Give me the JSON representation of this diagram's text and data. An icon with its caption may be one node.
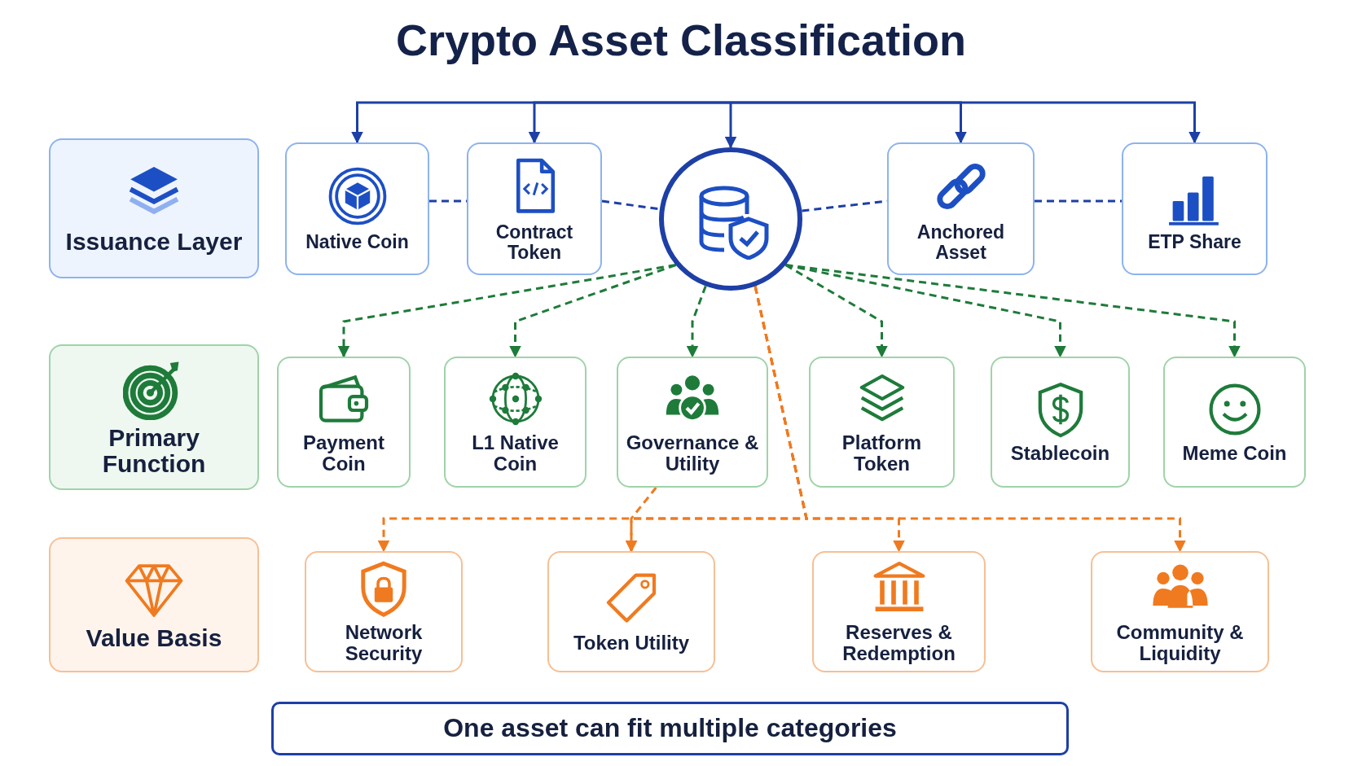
{
  "diagram": {
    "title": "Crypto Asset Classification",
    "nodes": [
      {
        "text": [
          "Issuance Layer"
        ]
      },
      {
        "text": [
          "Native Coin"
        ]
      },
      {
        "text": [
          "Contract Token"
        ]
      },
      {
        "text": [],
        "shape": "circle"
      },
      {
        "text": [
          "Anchored Asset"
        ]
      },
      {
        "text": [
          "ETP Share"
        ]
      },
      {
        "text": [
          "Primary Function"
        ]
      },
      {
        "text": [
          "Payment Coin"
        ]
      },
      {
        "text": [
          "L1 Native Coin"
        ]
      },
      {
        "text": [
          "Governance & Utility"
        ]
      },
      {
        "text": [
          "Platform Token"
        ]
      },
      {
        "text": [
          "Stablecoin"
        ]
      },
      {
        "text": [
          "Meme Coin"
        ]
      },
      {
        "text": [
          "Value Basis"
        ]
      },
      {
        "text": [
          "Network Security"
        ]
      },
      {
        "text": [
          "Token Utility"
        ]
      },
      {
        "text": [
          "Reserves & Redemption"
        ]
      },
      {
        "text": [
          "Community & Liquidity"
        ]
      },
      {
        "text": [
          "One asset can fit multiple categories"
        ]
      }
    ],
    "edges": [
      {
        "from": null,
        "to": 1,
        "arrow": "to"
      },
      {
        "from": null,
        "to": 2,
        "arrow": "to"
      },
      {
        "from": null,
        "to": 3,
        "arrow": "to"
      },
      {
        "from": null,
        "to": 4,
        "arrow": "to"
      },
      {
        "from": null,
        "to": 5,
        "arrow": "to"
      },
      {
        "from": 1,
        "to": 2,
        "arrow": "none",
        "style": "dashed"
      },
      {
        "from": 2,
        "to": 3,
        "arrow": "none",
        "style": "dashed"
      },
      {
        "from": 3,
        "to": 4,
        "arrow": "none",
        "style": "dashed"
      },
      {
        "from": 4,
        "to": 5,
        "arrow": "none",
        "style": "dashed"
      },
      {
        "from": 3,
        "to": 7,
        "arrow": "to",
        "style": "dashed",
        "color": "#1e7b3a"
      },
      {
        "from": 3,
        "to": 8,
        "arrow": "to",
        "style": "dashed",
        "color": "#1e7b3a"
      },
      {
        "from": 3,
        "to": 9,
        "arrow": "to",
        "style": "dashed",
        "color": "#1e7b3a"
      },
      {
        "from": 3,
        "to": 10,
        "arrow": "to",
        "style": "dashed",
        "color": "#1e7b3a"
      },
      {
        "from": 3,
        "to": 11,
        "arrow": "to",
        "style": "dashed",
        "color": "#1e7b3a"
      },
      {
        "from": 3,
        "to": 12,
        "arrow": "to",
        "style": "dashed",
        "color": "#1e7b3a"
      },
      {
        "from": 3,
        "to": 14,
        "arrow": "to",
        "style": "dashed",
        "color": "#f07a1f"
      },
      {
        "from": 3,
        "to": 15,
        "arrow": "to",
        "style": "dashed",
        "color": "#f07a1f"
      },
      {
        "from": 3,
        "to": 16,
        "arrow": "to",
        "style": "dashed",
        "color": "#f07a1f"
      },
      {
        "from": 3,
        "to": 17,
        "arrow": "to",
        "style": "dashed",
        "color": "#f07a1f"
      },
      {
        "from": 9,
        "to": 15,
        "arrow": "to",
        "style": "dashed",
        "color": "#f07a1f"
      }
    ]
  }
}
